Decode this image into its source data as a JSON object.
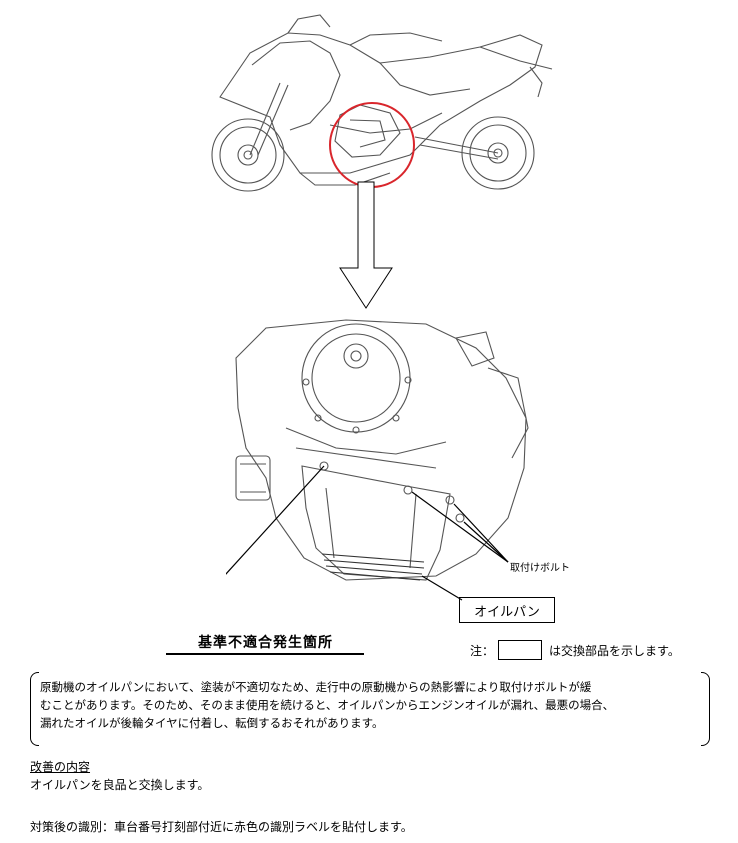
{
  "labels": {
    "bolt": "取付けボルト",
    "oil_pan": "オイルパン",
    "fault_location": "基準不適合発生箇所",
    "note_prefix": "注：",
    "note_suffix": "は交換部品を示します。"
  },
  "description": {
    "line1": "原動機のオイルパンにおいて、塗装が不適切なため、走行中の原動機からの熱影響により取付けボルトが緩",
    "line2": "むことがあります。そのため、そのまま使用を続けると、オイルパンからエンジンオイルが漏れ、最悪の場合、",
    "line3": "漏れたオイルが後輪タイヤに付着し、転倒するおそれがあります。"
  },
  "improvement": {
    "heading": "改善の内容",
    "text": "オイルパンを良品と交換します。"
  },
  "identification": {
    "text": "対策後の識別：車台番号打刻部付近に赤色の識別ラベルを貼付します。"
  },
  "colors": {
    "highlight_circle": "#d9262c"
  }
}
